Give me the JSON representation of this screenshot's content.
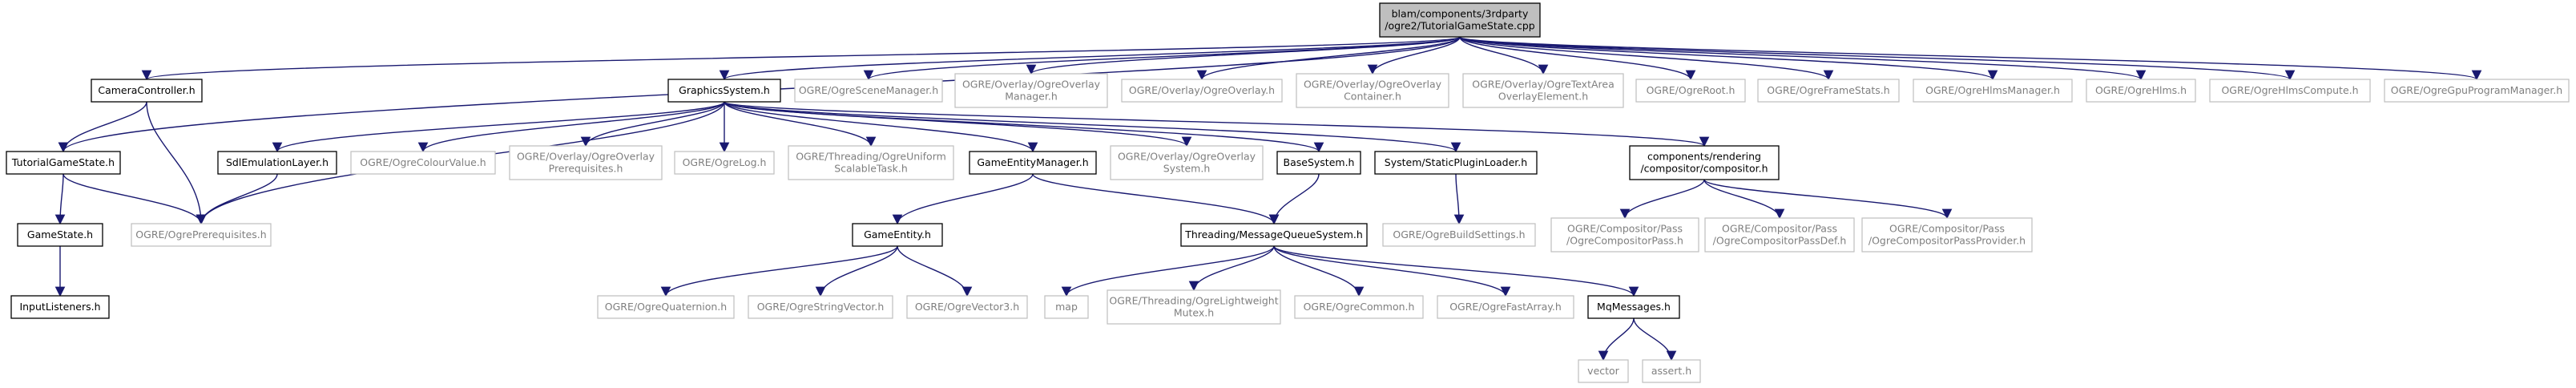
{
  "colors": {
    "edge": "#191970",
    "root_fill": "#bfbfbf",
    "documented_border": "#000000",
    "external_border": "#bfbfbf",
    "external_text": "#7f7f7f"
  },
  "nodes": {
    "root": [
      "blam/components/3rdparty",
      "/ogre2/TutorialGameState.cpp"
    ],
    "camera_controller": [
      "CameraController.h"
    ],
    "tutorial_game_state": [
      "TutorialGameState.h"
    ],
    "game_state": [
      "GameState.h"
    ],
    "input_listeners": [
      "InputListeners.h"
    ],
    "ogre_prerequisites": [
      "OGRE/OgrePrerequisites.h"
    ],
    "graphics_system": [
      "GraphicsSystem.h"
    ],
    "scene_manager": [
      "OGRE/OgreSceneManager.h"
    ],
    "overlay_manager": [
      "OGRE/Overlay/OgreOverlay",
      "Manager.h"
    ],
    "overlay": [
      "OGRE/Overlay/OgreOverlay.h"
    ],
    "overlay_container": [
      "OGRE/Overlay/OgreOverlay",
      "Container.h"
    ],
    "text_area": [
      "OGRE/Overlay/OgreTextArea",
      "OverlayElement.h"
    ],
    "ogre_root": [
      "OGRE/OgreRoot.h"
    ],
    "frame_stats": [
      "OGRE/OgreFrameStats.h"
    ],
    "hlms_manager": [
      "OGRE/OgreHlmsManager.h"
    ],
    "hlms": [
      "OGRE/OgreHlms.h"
    ],
    "hlms_compute": [
      "OGRE/OgreHlmsCompute.h"
    ],
    "gpu_program_manager": [
      "OGRE/OgreGpuProgramManager.h"
    ],
    "sdl_emulation_layer": [
      "SdlEmulationLayer.h"
    ],
    "colour_value": [
      "OGRE/OgreColourValue.h"
    ],
    "overlay_prerequisites": [
      "OGRE/Overlay/OgreOverlay",
      "Prerequisites.h"
    ],
    "ogre_log": [
      "OGRE/OgreLog.h"
    ],
    "uniform_scalable_task": [
      "OGRE/Threading/OgreUniform",
      "ScalableTask.h"
    ],
    "game_entity_manager": [
      "GameEntityManager.h"
    ],
    "overlay_system": [
      "OGRE/Overlay/OgreOverlay",
      "System.h"
    ],
    "base_system": [
      "BaseSystem.h"
    ],
    "static_plugin_loader": [
      "System/StaticPluginLoader.h"
    ],
    "compositor": [
      "components/rendering",
      "/compositor/compositor.h"
    ],
    "build_settings": [
      "OGRE/OgreBuildSettings.h"
    ],
    "compositor_pass": [
      "OGRE/Compositor/Pass",
      "/OgreCompositorPass.h"
    ],
    "compositor_pass_def": [
      "OGRE/Compositor/Pass",
      "/OgreCompositorPassDef.h"
    ],
    "compositor_pass_provider": [
      "OGRE/Compositor/Pass",
      "/OgreCompositorPassProvider.h"
    ],
    "game_entity": [
      "GameEntity.h"
    ],
    "message_queue_system": [
      "Threading/MessageQueueSystem.h"
    ],
    "quaternion": [
      "OGRE/OgreQuaternion.h"
    ],
    "string_vector": [
      "OGRE/OgreStringVector.h"
    ],
    "vector3": [
      "OGRE/OgreVector3.h"
    ],
    "map": [
      "map"
    ],
    "lightweight_mutex": [
      "OGRE/Threading/OgreLightweight",
      "Mutex.h"
    ],
    "ogre_common": [
      "OGRE/OgreCommon.h"
    ],
    "fast_array": [
      "OGRE/OgreFastArray.h"
    ],
    "mq_messages": [
      "MqMessages.h"
    ],
    "vector": [
      "vector"
    ],
    "assert": [
      "assert.h"
    ]
  },
  "edges": [
    [
      "root",
      "camera_controller"
    ],
    [
      "root",
      "tutorial_game_state"
    ],
    [
      "root",
      "graphics_system"
    ],
    [
      "root",
      "scene_manager"
    ],
    [
      "root",
      "overlay_manager"
    ],
    [
      "root",
      "overlay"
    ],
    [
      "root",
      "overlay_container"
    ],
    [
      "root",
      "text_area"
    ],
    [
      "root",
      "ogre_root"
    ],
    [
      "root",
      "frame_stats"
    ],
    [
      "root",
      "hlms_manager"
    ],
    [
      "root",
      "hlms"
    ],
    [
      "root",
      "hlms_compute"
    ],
    [
      "root",
      "gpu_program_manager"
    ],
    [
      "camera_controller",
      "tutorial_game_state"
    ],
    [
      "camera_controller",
      "ogre_prerequisites"
    ],
    [
      "tutorial_game_state",
      "game_state"
    ],
    [
      "tutorial_game_state",
      "ogre_prerequisites"
    ],
    [
      "game_state",
      "input_listeners"
    ],
    [
      "graphics_system",
      "ogre_prerequisites"
    ],
    [
      "graphics_system",
      "sdl_emulation_layer"
    ],
    [
      "graphics_system",
      "colour_value"
    ],
    [
      "graphics_system",
      "overlay_prerequisites"
    ],
    [
      "graphics_system",
      "ogre_log"
    ],
    [
      "graphics_system",
      "uniform_scalable_task"
    ],
    [
      "graphics_system",
      "game_entity_manager"
    ],
    [
      "graphics_system",
      "overlay_system"
    ],
    [
      "graphics_system",
      "base_system"
    ],
    [
      "graphics_system",
      "static_plugin_loader"
    ],
    [
      "graphics_system",
      "compositor"
    ],
    [
      "sdl_emulation_layer",
      "ogre_prerequisites"
    ],
    [
      "game_entity_manager",
      "game_entity"
    ],
    [
      "game_entity_manager",
      "message_queue_system"
    ],
    [
      "base_system",
      "message_queue_system"
    ],
    [
      "static_plugin_loader",
      "build_settings"
    ],
    [
      "compositor",
      "compositor_pass"
    ],
    [
      "compositor",
      "compositor_pass_def"
    ],
    [
      "compositor",
      "compositor_pass_provider"
    ],
    [
      "game_entity",
      "quaternion"
    ],
    [
      "game_entity",
      "string_vector"
    ],
    [
      "game_entity",
      "vector3"
    ],
    [
      "message_queue_system",
      "map"
    ],
    [
      "message_queue_system",
      "lightweight_mutex"
    ],
    [
      "message_queue_system",
      "ogre_common"
    ],
    [
      "message_queue_system",
      "fast_array"
    ],
    [
      "message_queue_system",
      "mq_messages"
    ],
    [
      "mq_messages",
      "vector"
    ],
    [
      "mq_messages",
      "assert"
    ]
  ]
}
